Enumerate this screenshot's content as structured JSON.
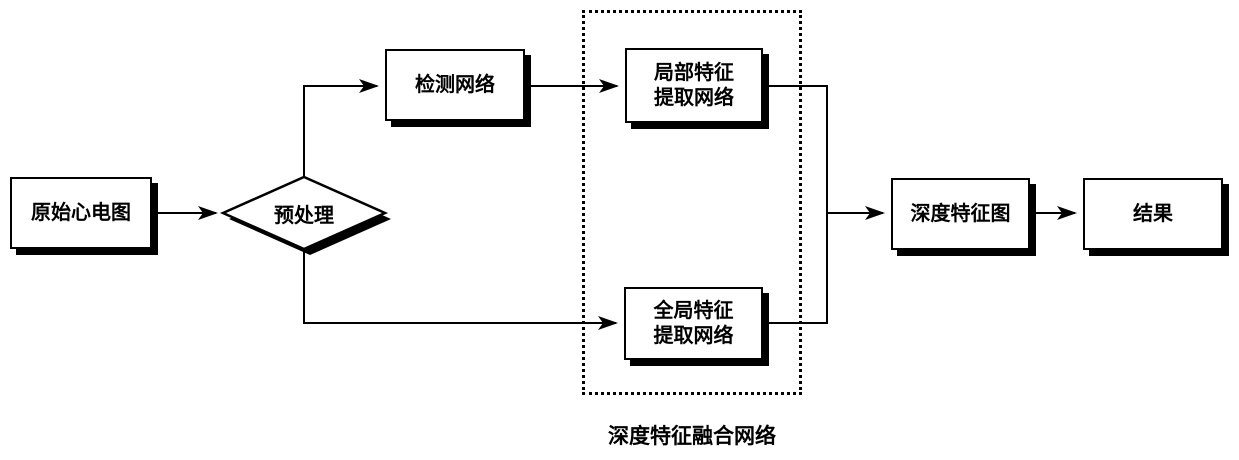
{
  "diagram": {
    "background_color": "#ffffff",
    "line_color": "#000000",
    "nodes": {
      "raw_ecg": {
        "label": "原始心电图",
        "shape": "rect"
      },
      "preprocess": {
        "label": "预处理",
        "shape": "diamond"
      },
      "detect": {
        "label": "检测网络",
        "shape": "rect"
      },
      "local_feature": {
        "line1": "局部特征",
        "line2": "提取网络",
        "shape": "rect"
      },
      "global_feature": {
        "line1": "全局特征",
        "line2": "提取网络",
        "shape": "rect"
      },
      "feature_map": {
        "label": "深度特征图",
        "shape": "rect"
      },
      "result": {
        "label": "结果",
        "shape": "rect"
      }
    },
    "group": {
      "label": "深度特征融合网络"
    }
  }
}
